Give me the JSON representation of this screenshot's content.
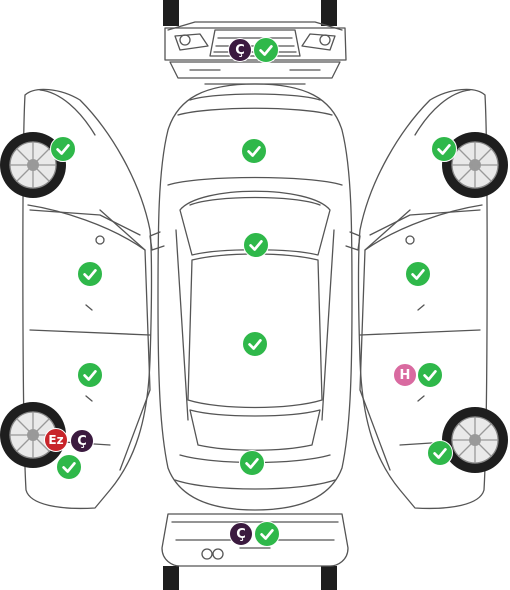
{
  "colors": {
    "ok": "#2fb84a",
    "paint_c": "#3b1a3f",
    "paint_h": "#d96aa0",
    "paint_ez": "#c8242a",
    "line": "#555555",
    "tire": "#1e1e1e"
  },
  "panels": [
    {
      "part": "front-bumper",
      "status": "ok"
    },
    {
      "part": "hood",
      "status": "ok"
    },
    {
      "part": "windshield",
      "status": "ok"
    },
    {
      "part": "roof",
      "status": "ok"
    },
    {
      "part": "trunk",
      "status": "ok"
    },
    {
      "part": "rear-bumper",
      "status": "ok"
    },
    {
      "part": "left-front-fender",
      "status": "ok"
    },
    {
      "part": "left-front-door",
      "status": "ok"
    },
    {
      "part": "left-rear-door",
      "status": "ok"
    },
    {
      "part": "left-rear-fender",
      "status": "ok"
    },
    {
      "part": "right-front-fender",
      "status": "ok"
    },
    {
      "part": "right-front-door",
      "status": "ok"
    },
    {
      "part": "right-rear-door",
      "status": "ok"
    },
    {
      "part": "right-rear-fender",
      "status": "ok"
    }
  ],
  "badges": {
    "front_bumper": "Ç",
    "rear_bumper": "Ç",
    "left_rear_fender_1": "Ez",
    "left_rear_fender_2": "Ç",
    "right_rear_door": "H"
  }
}
